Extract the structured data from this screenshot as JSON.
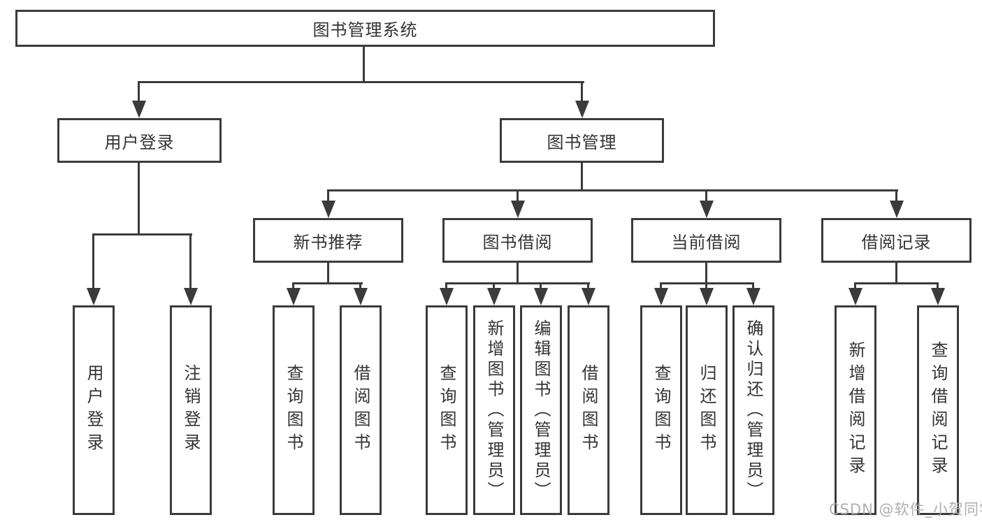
{
  "diagram": {
    "root": {
      "label": "图书管理系统"
    },
    "level2": {
      "user_login": "用户登录",
      "book_management": "图书管理"
    },
    "level3": {
      "new_book_recommend": "新书推荐",
      "book_borrow": "图书借阅",
      "current_borrow": "当前借阅",
      "borrow_records": "借阅记录"
    },
    "level4": {
      "login": "用户登录",
      "logout": "注销登录",
      "nb_query_books": "查询图书",
      "nb_borrow_books": "借阅图书",
      "bb_query_books": "查询图书",
      "bb_add_books_admin": "新增图书（管理员）",
      "bb_edit_books_admin": "编辑图书（管理员）",
      "bb_borrow_books": "借阅图书",
      "cb_query_books": "查询图书",
      "cb_return_books": "归还图书",
      "cb_confirm_return_admin": "确认归还（管理员）",
      "br_add_record": "新增借阅记录",
      "br_query_record": "查询借阅记录"
    }
  },
  "watermark": "CSDN @软件_小贺同学"
}
